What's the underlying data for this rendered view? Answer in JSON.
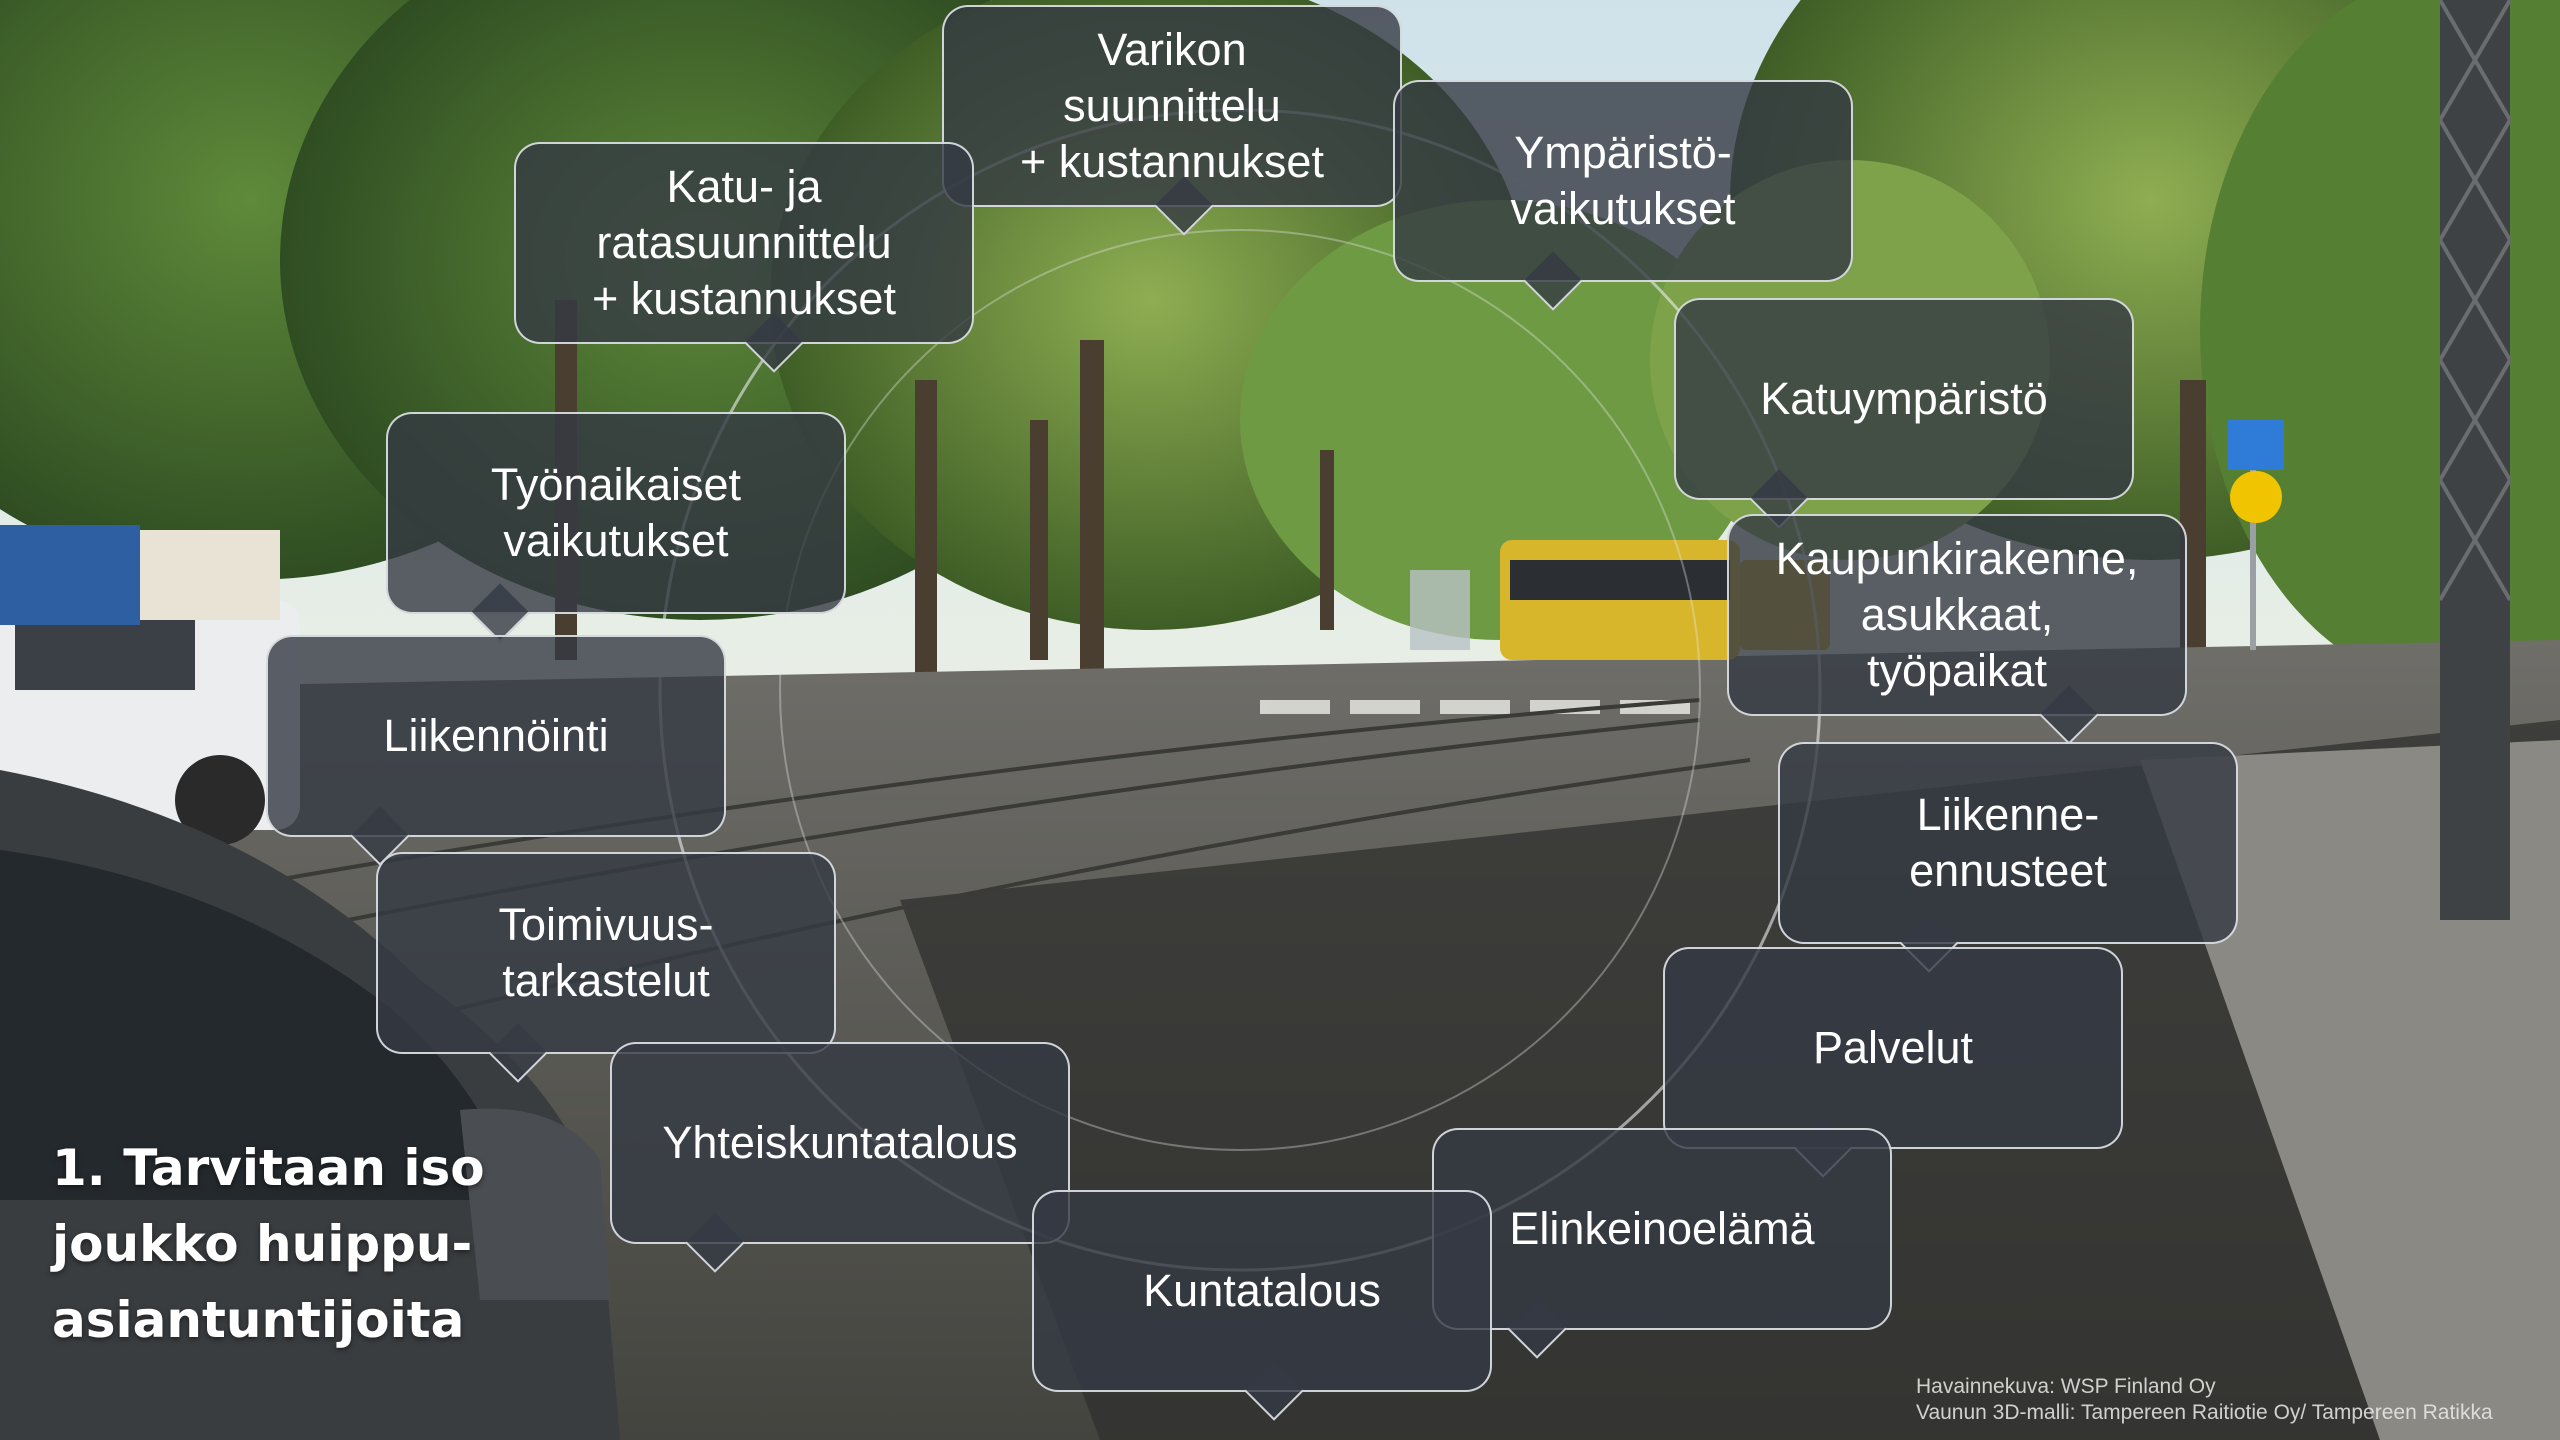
{
  "headline": "1. Tarvitaan iso\njoukko huippu-\nasiantuntijoita",
  "topics": {
    "varikko": "Varikon\nsuunnittelu\n+ kustannukset",
    "ymparisto": "Ympäristö-\nvaikutukset",
    "katu_rata": "Katu- ja\nratasuunnittelu\n+ kustannukset",
    "katuymparisto": "Katuympäristö",
    "tyonaikaiset": "Työnaikaiset\nvaikutukset",
    "kaupunkirakenne": "Kaupunkirakenne,\nasukkaat,\ntyöpaikat",
    "liikennointi": "Liikennöinti",
    "liikenne_ennusteet": "Liikenne-\nennusteet",
    "toimivuus": "Toimivuus-\ntarkastelut",
    "palvelut": "Palvelut",
    "yhteiskuntatalous": "Yhteiskuntatalous",
    "elinkeinoelama": "Elinkeinoelämä",
    "kuntatalous": "Kuntatalous"
  },
  "credits": {
    "line1": "Havainnekuva: WSP Finland Oy",
    "line2": "Vaunun 3D-malli: Tampereen Raitiotie Oy/ Tampereen Ratikka"
  },
  "colors": {
    "bubble_fill": "#343944",
    "bubble_border": "#ebeef2",
    "text": "#ffffff",
    "tram": "#d8b62c"
  }
}
